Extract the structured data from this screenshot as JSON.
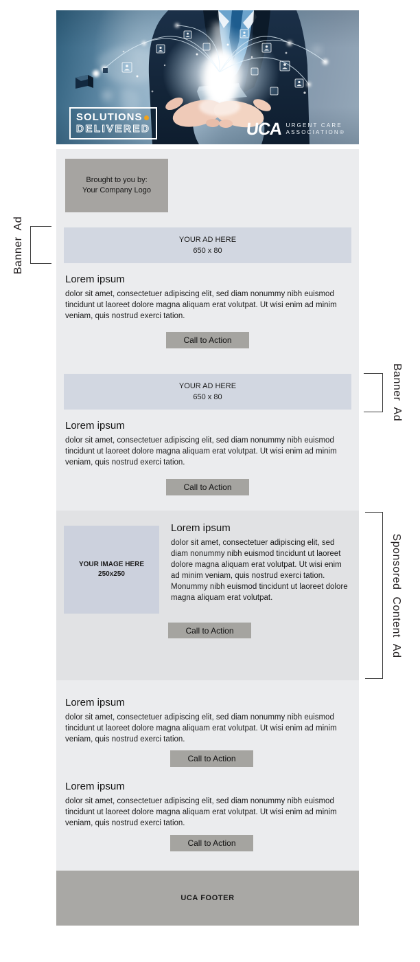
{
  "annotations": {
    "banner_left": "Banner Ad",
    "banner_right": "Banner Ad",
    "sponsored": "Sponsored Content Ad"
  },
  "hero": {
    "solutions_line1": "SOLUTIONS",
    "solutions_line2": "DELIVERED",
    "uca_acronym": "UCA",
    "uca_line1": "URGENT CARE",
    "uca_line2": "ASSOCIATION®"
  },
  "sponsor_box": {
    "line1": "Brought to you by:",
    "line2": "Your Company Logo"
  },
  "banner_ads": [
    {
      "line1": "YOUR AD HERE",
      "line2": "650 x 80"
    },
    {
      "line1": "YOUR AD HERE",
      "line2": "650 x 80"
    }
  ],
  "lorem_blocks": [
    {
      "heading": "Lorem ipsum",
      "body": "dolor sit amet, consectetuer adipiscing elit, sed diam nonummy nibh euismod tincidunt ut laoreet dolore magna aliquam erat volutpat. Ut wisi enim ad minim veniam, quis nostrud exerci tation.",
      "cta": "Call to Action"
    },
    {
      "heading": "Lorem ipsum",
      "body": "dolor sit amet, consectetuer adipiscing elit, sed diam nonummy nibh euismod tincidunt ut laoreet dolore magna aliquam erat volutpat. Ut wisi enim ad minim veniam, quis nostrud exerci tation.",
      "cta": "Call to Action"
    },
    {
      "heading": "Lorem ipsum",
      "body": "dolor sit amet, consectetuer adipiscing elit, sed diam nonummy nibh euismod tincidunt ut laoreet dolore magna aliquam erat volutpat. Ut wisi enim ad minim veniam, quis nostrud exerci tation.",
      "cta": "Call to Action"
    },
    {
      "heading": "Lorem ipsum",
      "body": "dolor sit amet, consectetuer adipiscing elit, sed diam nonummy nibh euismod tincidunt ut laoreet dolore magna aliquam erat volutpat. Ut wisi enim ad minim veniam, quis nostrud exerci tation.",
      "cta": "Call to Action"
    }
  ],
  "sponsored_content": {
    "image_line1": "YOUR IMAGE HERE",
    "image_line2": "250x250",
    "heading": "Lorem ipsum",
    "body": "dolor sit amet, consectetuer adipiscing elit, sed diam nonummy nibh euismod tincidunt ut laoreet dolore magna aliquam erat volutpat. Ut wisi enim ad minim veniam, quis nostrud exerci tation. Monummy nibh euismod tincidunt ut laoreet dolore magna aliquam erat volutpat.",
    "cta": "Call to Action"
  },
  "footer": {
    "label": "UCA FOOTER"
  },
  "colors": {
    "section_light": "#ebecee",
    "section_sponsored": "#e1e2e4",
    "ad_placeholder_blue": "#d2d7e1",
    "image_placeholder_blue": "#ccd1dd",
    "sponsor_box_gray": "#a6a4a1",
    "cta_gray": "#a5a4a0",
    "footer_gray": "#a9a8a5",
    "logo_dot_orange": "#f0a31c",
    "annotation_line": "#3f3f3f"
  }
}
